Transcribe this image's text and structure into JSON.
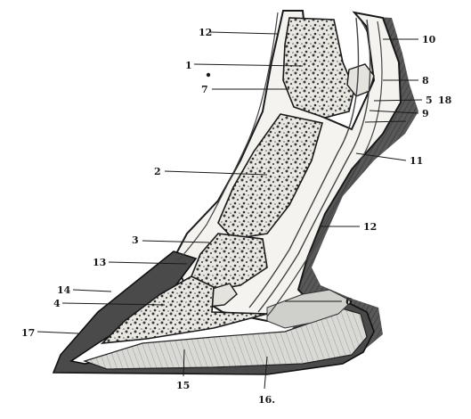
{
  "figure": {
    "labels": {
      "l1": "1",
      "l2": "2",
      "l3": "3",
      "l4": "4",
      "l5": "5",
      "l6": "6",
      "l7": "7",
      "l8": "8",
      "l9": "9",
      "l10": "10",
      "l11": "11",
      "l12a": "12",
      "l12b": "12",
      "l13": "13",
      "l14": "14",
      "l15": "15",
      "l16": "16.",
      "l17": "17",
      "l18": "18"
    }
  }
}
